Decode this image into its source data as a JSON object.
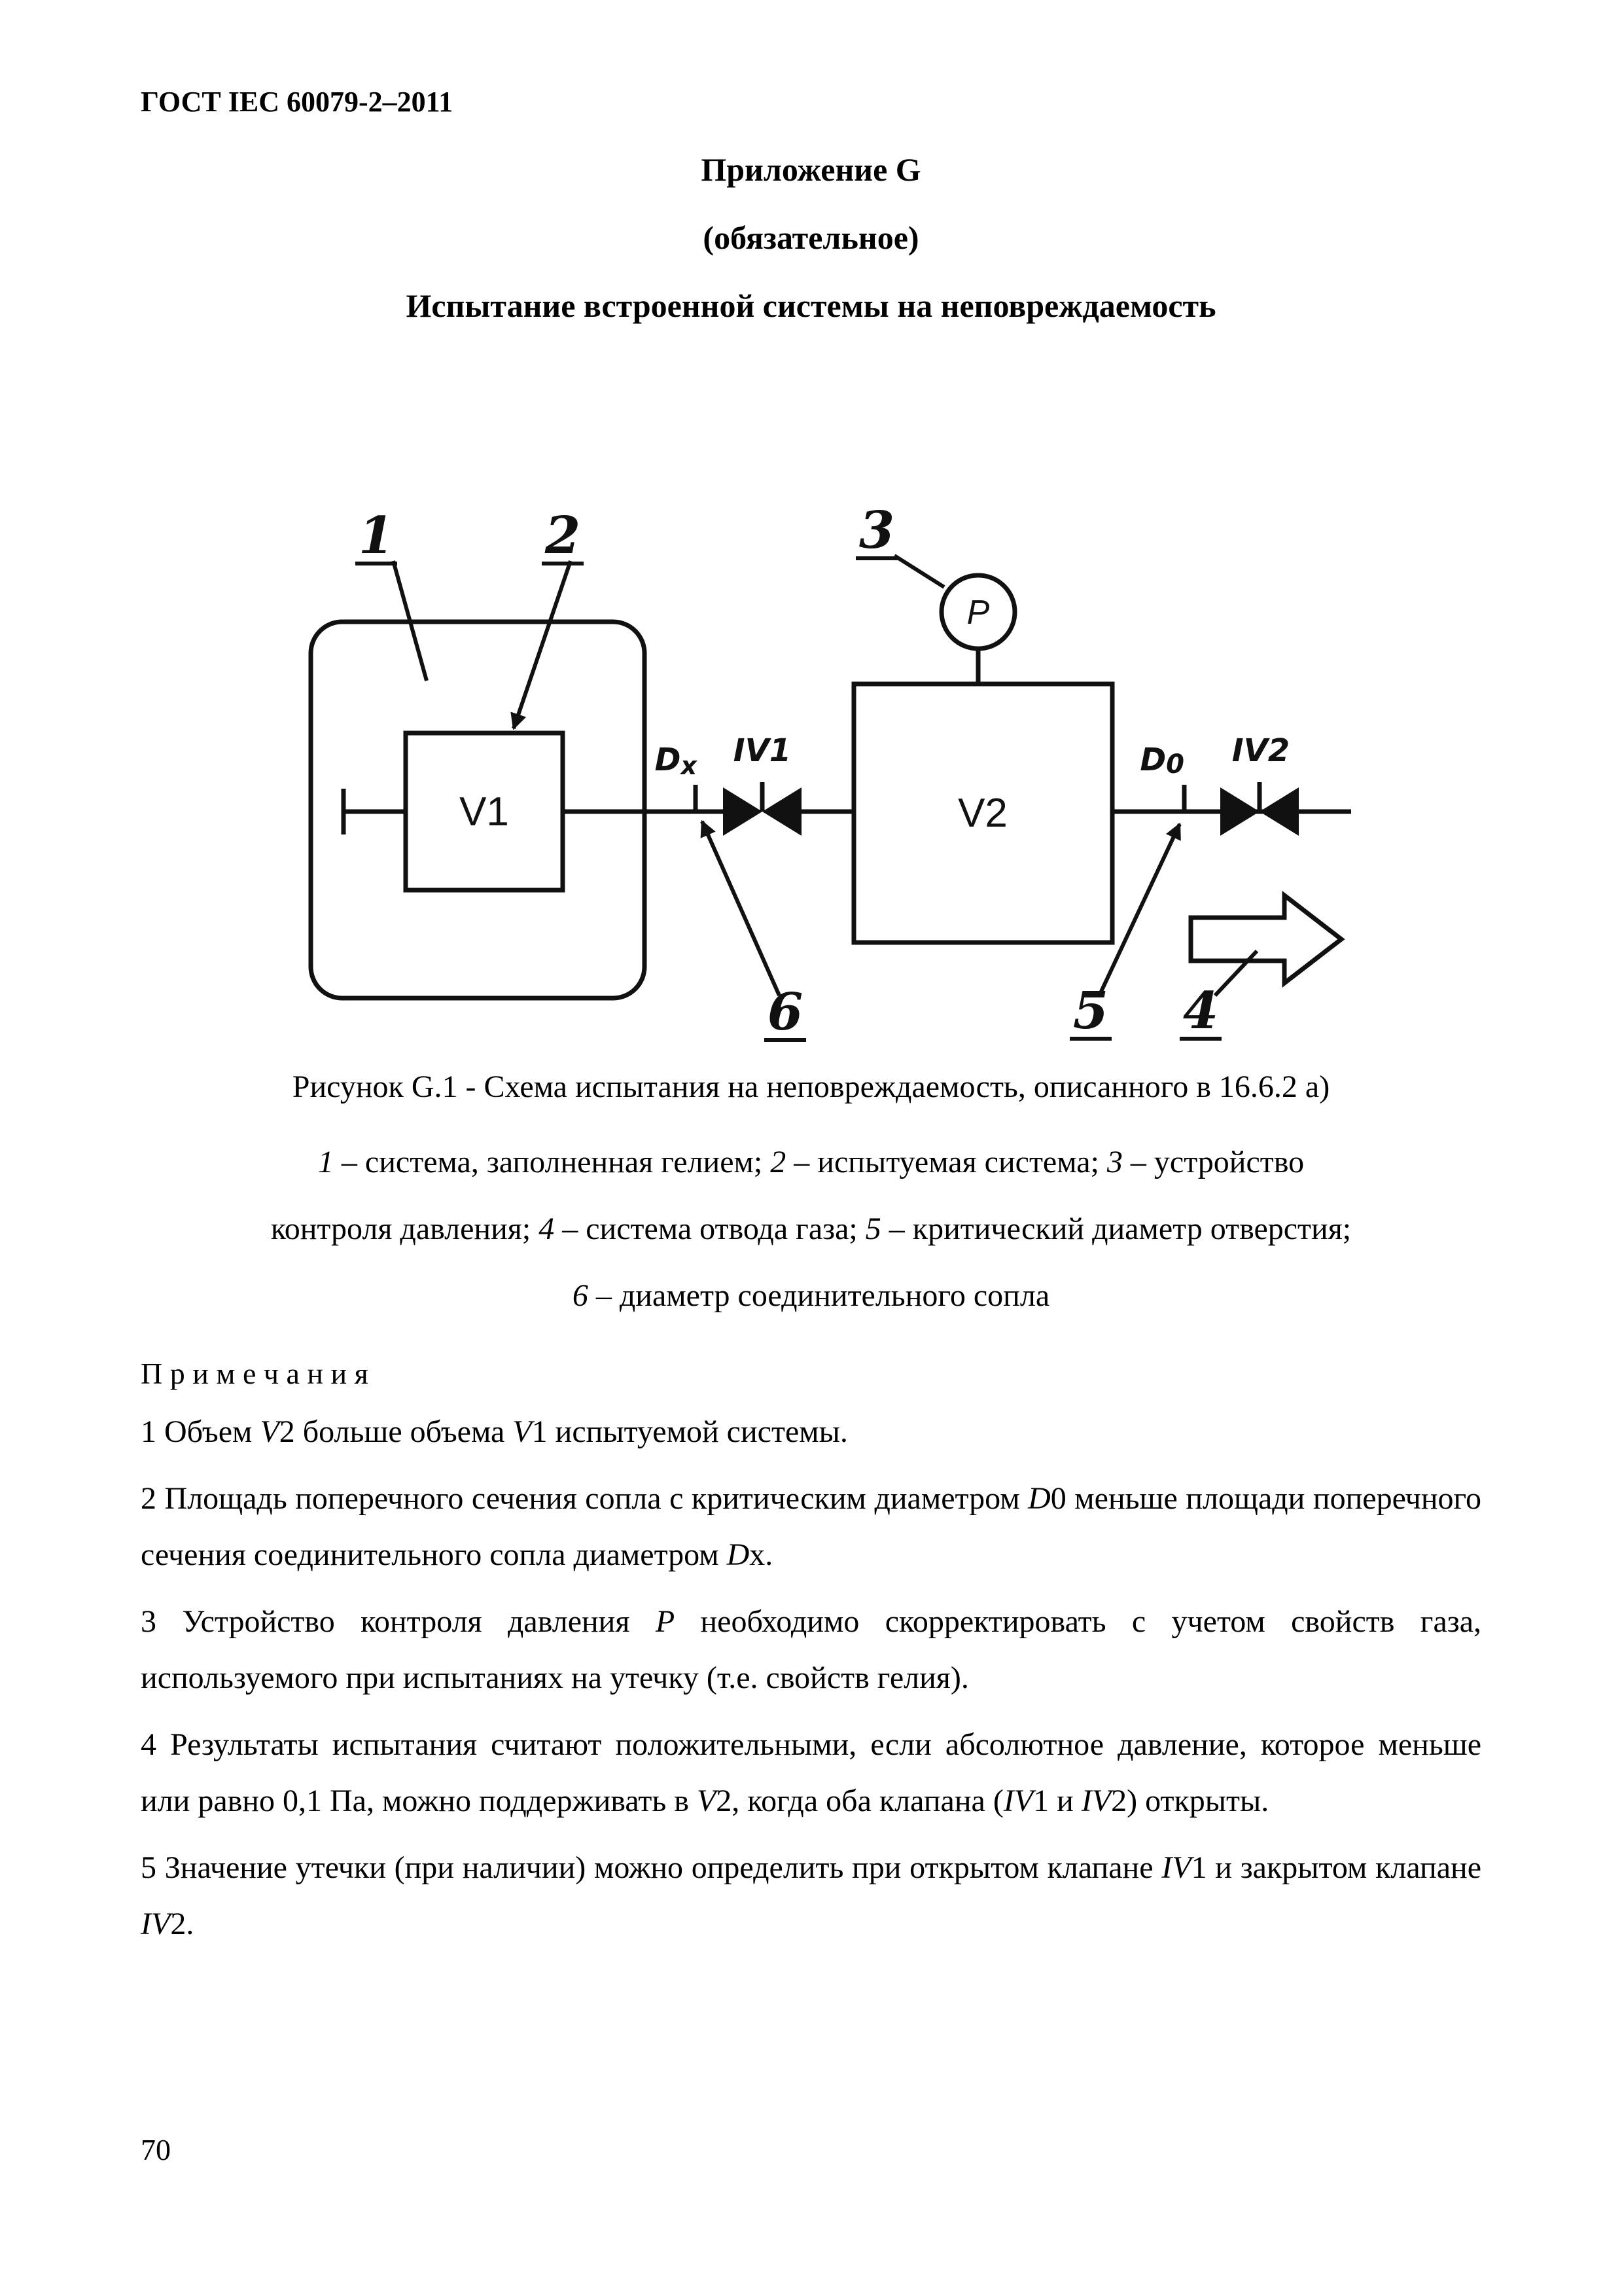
{
  "page": {
    "header": "ГОСТ IEC 60079-2–2011",
    "page_number": "70"
  },
  "title": {
    "appendix": "Приложение G",
    "status": "(обязательное)",
    "heading": "Испытание встроенной системы на неповреждаемость"
  },
  "figure": {
    "caption": "Рисунок G.1 - Схема испытания на неповреждаемость, описанного в 16.6.2 а)",
    "diagram": {
      "callouts": {
        "c1": "1",
        "c2": "2",
        "c3": "3",
        "c4": "4",
        "c5": "5",
        "c6": "6"
      },
      "vessel1": "V1",
      "vessel2": "V2",
      "gauge": "P",
      "valve1": "IV1",
      "valve2": "IV2",
      "dx_main": "D",
      "dx_sub": "x",
      "d0_main": "D",
      "d0_sub": "0"
    },
    "legend_lines": [
      [
        {
          "t": "1",
          "i": true
        },
        {
          "t": " – система, заполненная гелием; "
        },
        {
          "t": "2",
          "i": true
        },
        {
          "t": " – испытуемая система; "
        },
        {
          "t": "3",
          "i": true
        },
        {
          "t": " – устройство"
        }
      ],
      [
        {
          "t": "контроля давления; "
        },
        {
          "t": "4",
          "i": true
        },
        {
          "t": " – система отвода газа; "
        },
        {
          "t": "5",
          "i": true
        },
        {
          "t": " – критический диаметр отверстия;"
        }
      ],
      [
        {
          "t": "6",
          "i": true
        },
        {
          "t": " – диаметр соединительного сопла"
        }
      ]
    ]
  },
  "notes": {
    "heading": "П р и м е ч а н и я",
    "items": [
      [
        {
          "t": "1 Объем "
        },
        {
          "t": "V",
          "i": true
        },
        {
          "t": "2 больше объема "
        },
        {
          "t": "V",
          "i": true
        },
        {
          "t": "1 испытуемой системы."
        }
      ],
      [
        {
          "t": "2 Площадь поперечного сечения сопла с критическим диаметром "
        },
        {
          "t": "D",
          "i": true
        },
        {
          "t": "0 меньше площади поперечного сечения соединительного сопла диаметром "
        },
        {
          "t": "D",
          "i": true
        },
        {
          "t": "х."
        }
      ],
      [
        {
          "t": "3 Устройство контроля давления "
        },
        {
          "t": "Р",
          "i": true
        },
        {
          "t": " необходимо скорректировать с учетом свойств газа, используемого при испытаниях на утечку (т.е. свойств гелия)."
        }
      ],
      [
        {
          "t": "4 Результаты испытания считают положительными, если абсолютное давление, которое меньше или равно 0,1 Па,  можно поддерживать в "
        },
        {
          "t": "V",
          "i": true
        },
        {
          "t": "2, когда оба клапана ("
        },
        {
          "t": "IV",
          "i": true
        },
        {
          "t": "1 и "
        },
        {
          "t": "IV",
          "i": true
        },
        {
          "t": "2) открыты."
        }
      ],
      [
        {
          "t": "5 Значение утечки (при наличии) можно определить при открытом клапане "
        },
        {
          "t": "IV",
          "i": true
        },
        {
          "t": "1 и закрытом клапане  "
        },
        {
          "t": "IV",
          "i": true
        },
        {
          "t": "2."
        }
      ]
    ]
  }
}
